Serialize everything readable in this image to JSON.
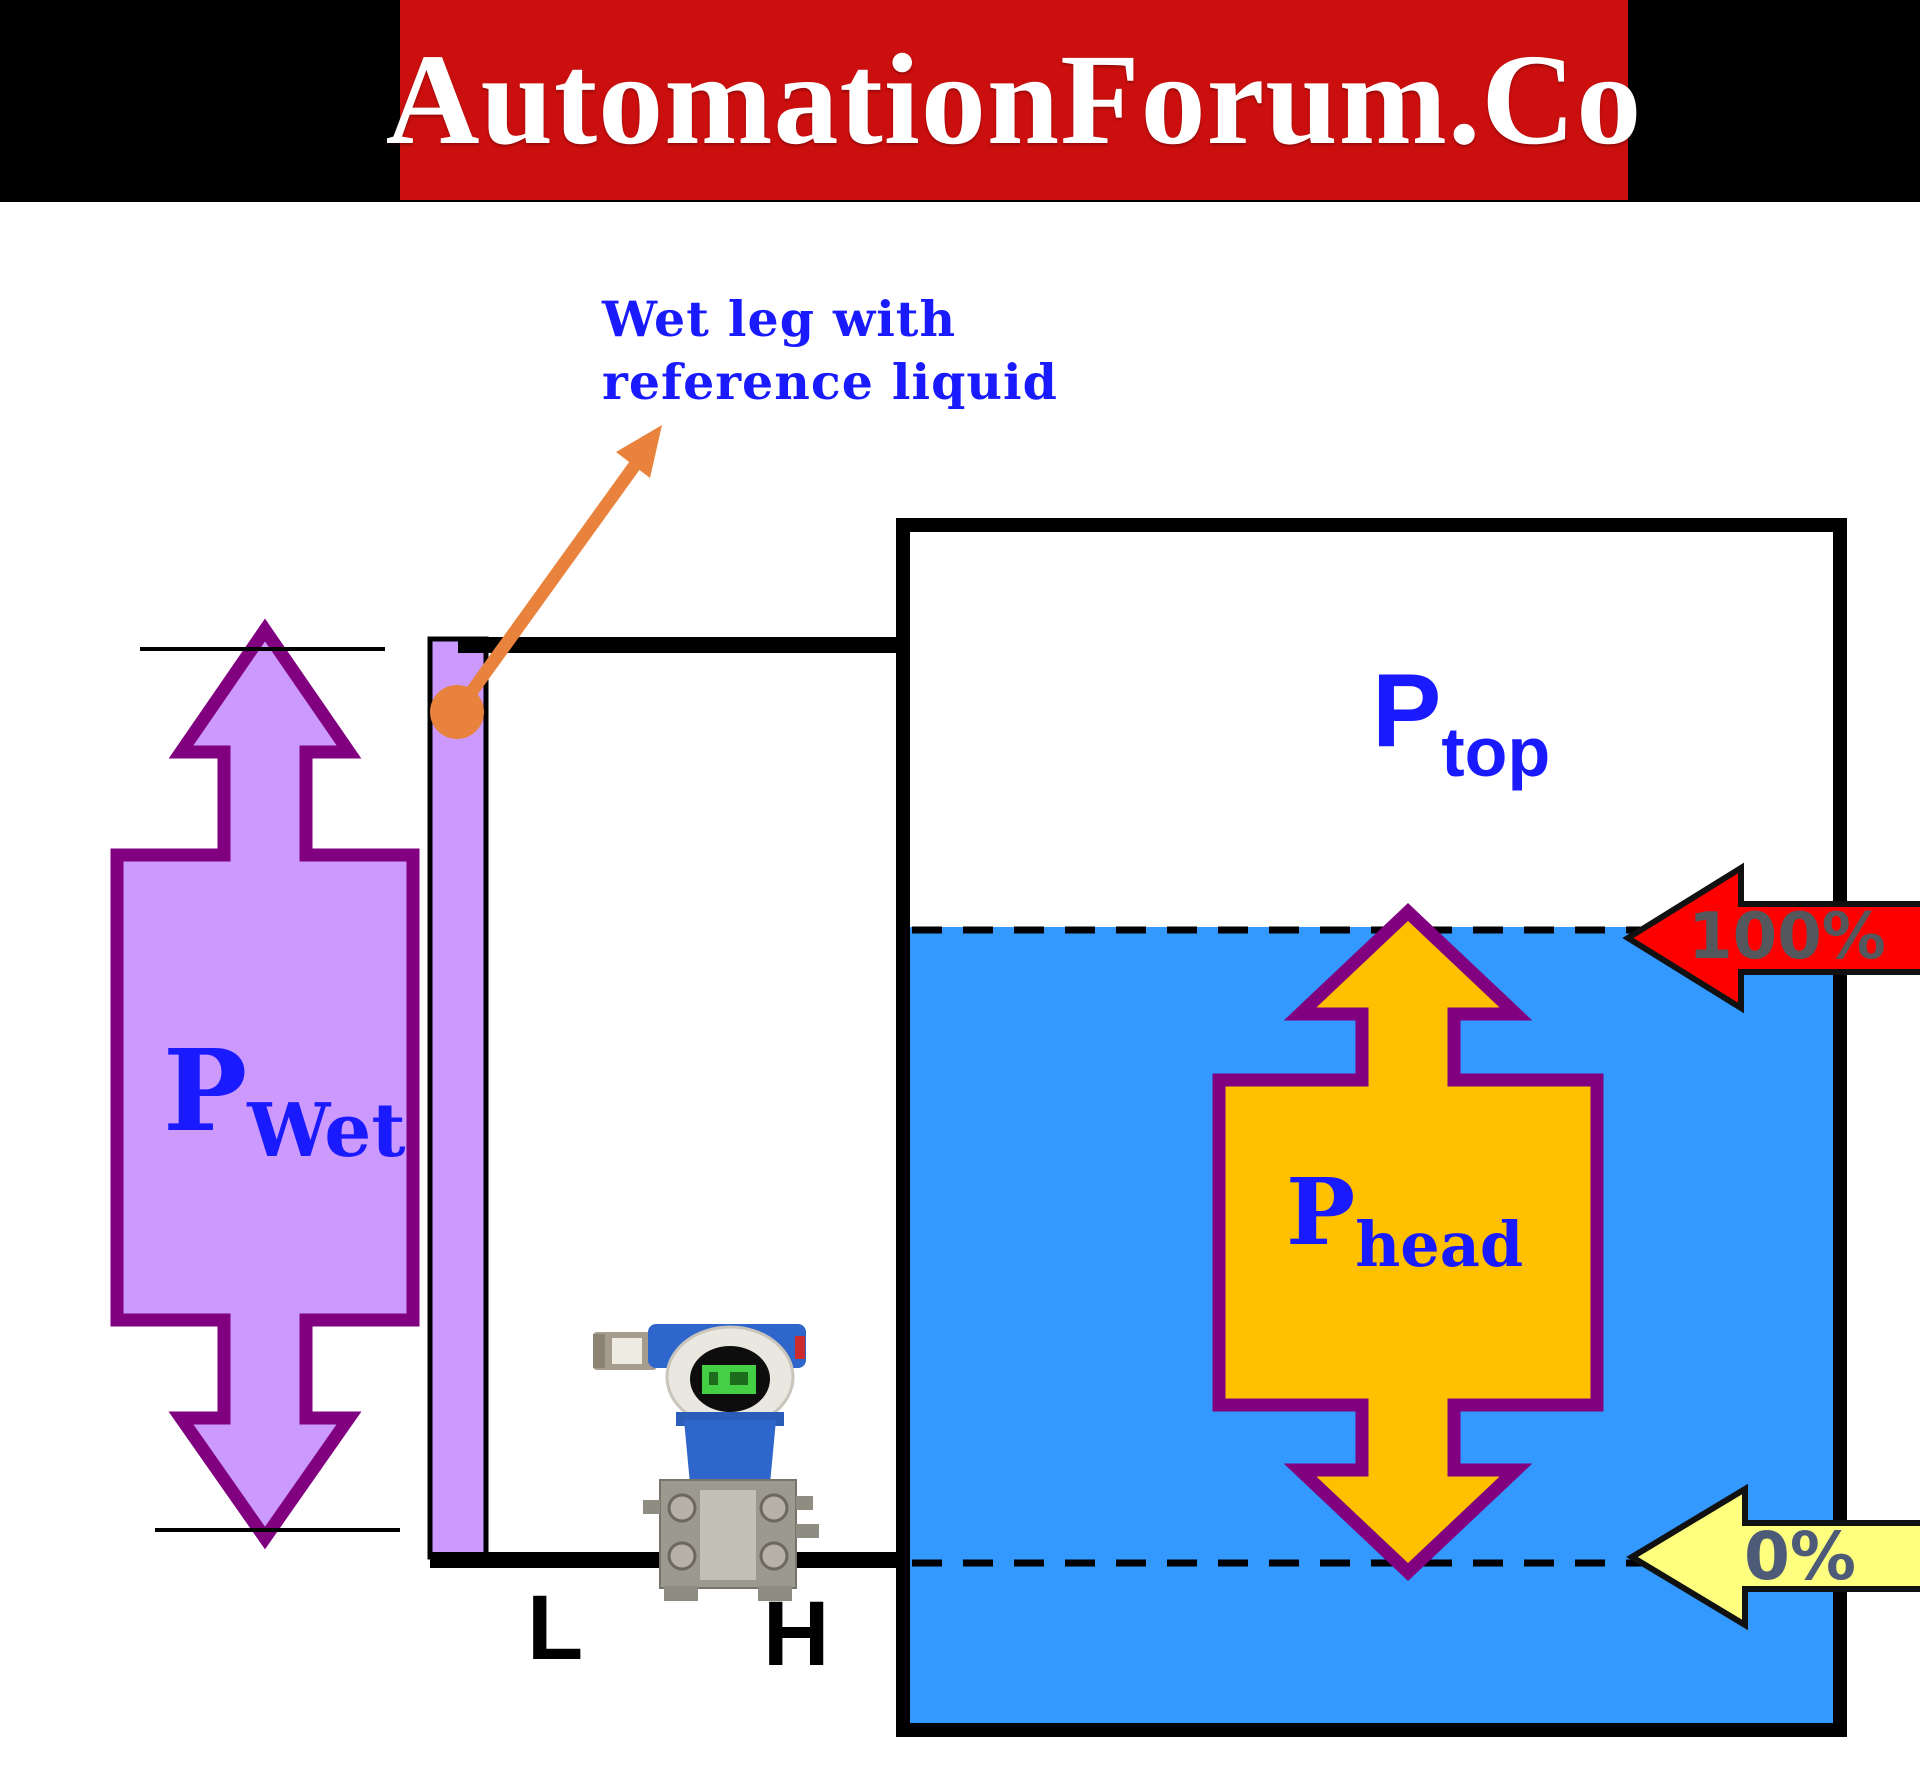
{
  "header": {
    "title": "AutomationForum.Co"
  },
  "annotation": {
    "line1": "Wet leg with",
    "line2": "reference liquid"
  },
  "labels": {
    "p_wet": {
      "main": "P",
      "sub": "Wet"
    },
    "p_top": {
      "main": "P",
      "sub": "top"
    },
    "p_head": {
      "main": "P",
      "sub": "head"
    },
    "level_100": "100%",
    "level_0": "0%",
    "port_low": "L",
    "port_high": "H"
  },
  "colors": {
    "header_bar": "#000000",
    "banner_red": "#cb0e0e",
    "title_white": "#ffffff",
    "label_blue": "#1a1aff",
    "wet_arrow_fill": "#cc99ff",
    "arrow_outline_purple": "#800080",
    "wet_leg_fill": "#cc99ff",
    "annotation_orange": "#e8823c",
    "liquid_blue": "#3399ff",
    "head_arrow_fill": "#ffc000",
    "arrow_100_fill": "#ff0000",
    "arrow_0_fill": "#feff7e",
    "percent_100_text": "#54585c",
    "percent_0_text": "#4e5b78",
    "transmitter_blue": "#2f66cc",
    "lcd_green": "#44cf44"
  }
}
